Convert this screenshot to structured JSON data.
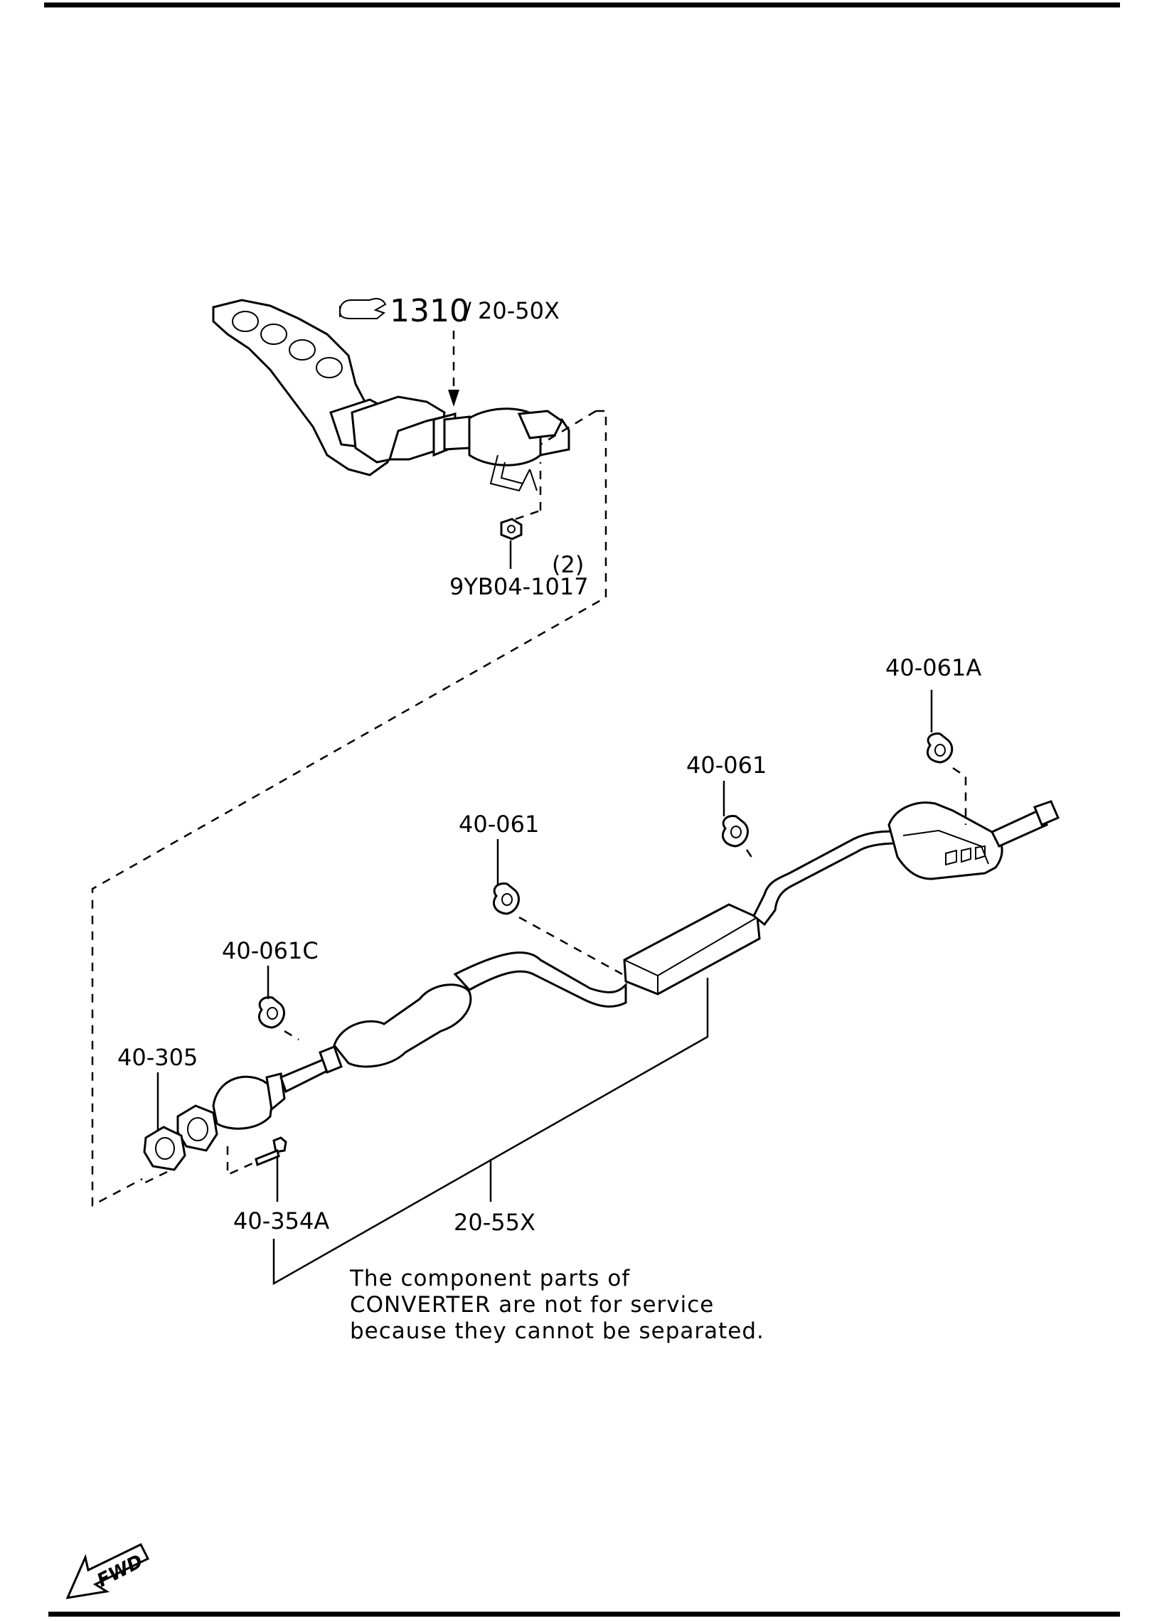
{
  "diagram": {
    "ref_manifold_group": "1310",
    "ref_manifold_separator": "/",
    "ref_manifold_part": "20-50X",
    "nut_qty": "(2)",
    "nut_part": "9YB04-1017",
    "hanger_rear_muffler": "40-061A",
    "hanger_center": "40-061",
    "hanger_mid": "40-061",
    "hanger_front": "40-061C",
    "gasket": "40-305",
    "bolt": "40-354A",
    "pipe_assembly": "20-55X",
    "note_lines": [
      "The component parts of",
      "CONVERTER are not for service",
      "because they cannot be separated."
    ],
    "fwd_label": "FWD"
  },
  "icons": [
    "pointing-hand-icon",
    "fwd-arrow-icon"
  ]
}
